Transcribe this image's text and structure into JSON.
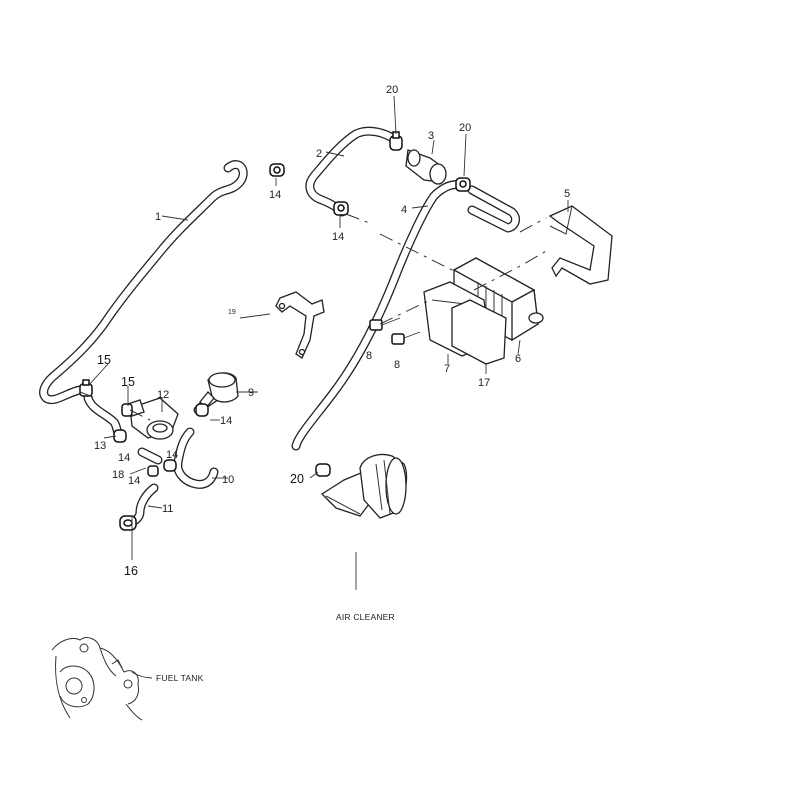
{
  "callouts": {
    "p1": "1",
    "p2": "2",
    "p3": "3",
    "p4": "4",
    "p5": "5",
    "p6": "6",
    "p7": "7",
    "p8a": "8",
    "p8b": "8",
    "p9": "9",
    "p10": "10",
    "p11": "11",
    "p12": "12",
    "p13": "13",
    "p14a": "14",
    "p14b": "14",
    "p14c": "14",
    "p14d": "14",
    "p14e": "14",
    "p14f": "14",
    "p15a": "15",
    "p15b": "15",
    "p16": "16",
    "p17": "17",
    "p18": "18",
    "p19": "19",
    "p20a": "20",
    "p20b": "20",
    "p20c": "20"
  },
  "labels": {
    "air_cleaner": "AIR CLEANER",
    "fuel_tank": "FUEL TANK"
  },
  "colors": {
    "line": "#222222",
    "background": "#ffffff"
  }
}
